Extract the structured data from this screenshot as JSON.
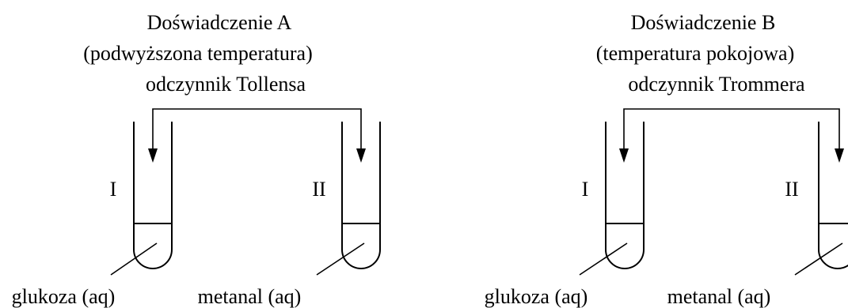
{
  "experiments": [
    {
      "title": "Doświadczenie A",
      "condition": "(podwyższona temperatura)",
      "reagent": "odczynnik Tollensa",
      "tubes": [
        {
          "numeral": "I",
          "sample": "glukoza (aq)"
        },
        {
          "numeral": "II",
          "sample": "metanal (aq)"
        }
      ]
    },
    {
      "title": "Doświadczenie B",
      "condition": "(temperatura pokojowa)",
      "reagent": "odczynnik Trommera",
      "tubes": [
        {
          "numeral": "I",
          "sample": "glukoza (aq)"
        },
        {
          "numeral": "II",
          "sample": "metanal (aq)"
        }
      ]
    }
  ]
}
